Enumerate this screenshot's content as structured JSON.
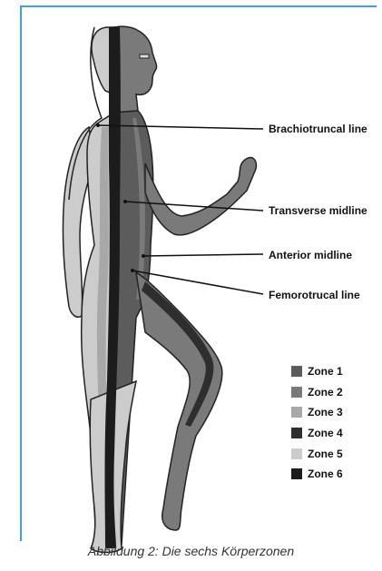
{
  "figure": {
    "callouts": [
      {
        "id": "brachiotruncal",
        "label": "Brachiotruncal line"
      },
      {
        "id": "transverse",
        "label": "Transverse midline"
      },
      {
        "id": "anterior",
        "label": "Anterior midline"
      },
      {
        "id": "femorotrucal",
        "label": "Femorotrucal line"
      }
    ],
    "legend": [
      {
        "label": "Zone 1",
        "color": "#5c5c5c"
      },
      {
        "label": "Zone 2",
        "color": "#7a7a7a"
      },
      {
        "label": "Zone 3",
        "color": "#a8a8a8"
      },
      {
        "label": "Zone 4",
        "color": "#2e2e2e"
      },
      {
        "label": "Zone 5",
        "color": "#cccccc"
      },
      {
        "label": "Zone 6",
        "color": "#1c1c1c"
      }
    ],
    "caption": "Abbildung 2: Die sechs Körperzonen"
  },
  "colors": {
    "frame": "#3fa3d2",
    "outline": "#222222"
  }
}
